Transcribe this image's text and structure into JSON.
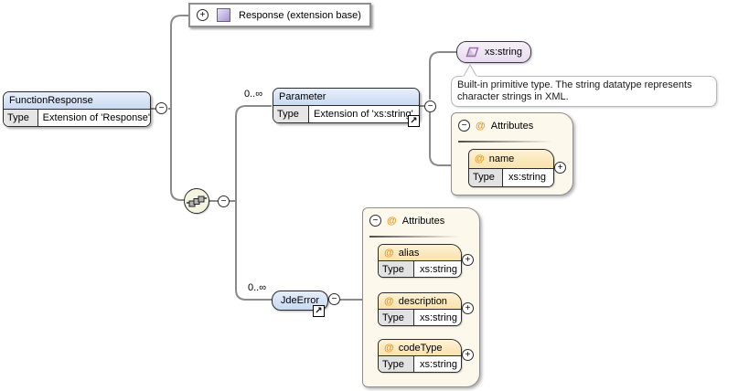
{
  "root": {
    "title": "FunctionResponse",
    "type_label": "Type",
    "type_value": "Extension of 'Response'"
  },
  "extension_base": {
    "label": "Response (extension base)"
  },
  "parameter": {
    "title": "Parameter",
    "type_label": "Type",
    "type_value": "Extension of 'xs:string'",
    "occurrence": "0..∞"
  },
  "xs_string": {
    "label": "xs:string"
  },
  "documentation": {
    "text": "Built-in primitive type. The string datatype represents character strings in XML."
  },
  "parameter_attributes": {
    "title": "Attributes",
    "items": [
      {
        "name": "name",
        "type_label": "Type",
        "type_value": "xs:string"
      }
    ]
  },
  "jde_error": {
    "title": "JdeError",
    "occurrence": "0..∞"
  },
  "jde_error_attributes": {
    "title": "Attributes",
    "items": [
      {
        "name": "alias",
        "type_label": "Type",
        "type_value": "xs:string"
      },
      {
        "name": "description",
        "type_label": "Type",
        "type_value": "xs:string"
      },
      {
        "name": "codeType",
        "type_label": "Type",
        "type_value": "xs:string"
      }
    ]
  },
  "glyphs": {
    "plus": "+",
    "minus": "−",
    "at": "@",
    "jump_arrow": "↗"
  },
  "colors": {
    "header_blue": "#c9daf3",
    "attr_header_cream": "#f9e2ab",
    "container_ivory": "#fdf8ec",
    "simple_type_purple": "#9b6fae",
    "at_orange": "#e69722",
    "wire_gray": "#8a8a8a"
  }
}
